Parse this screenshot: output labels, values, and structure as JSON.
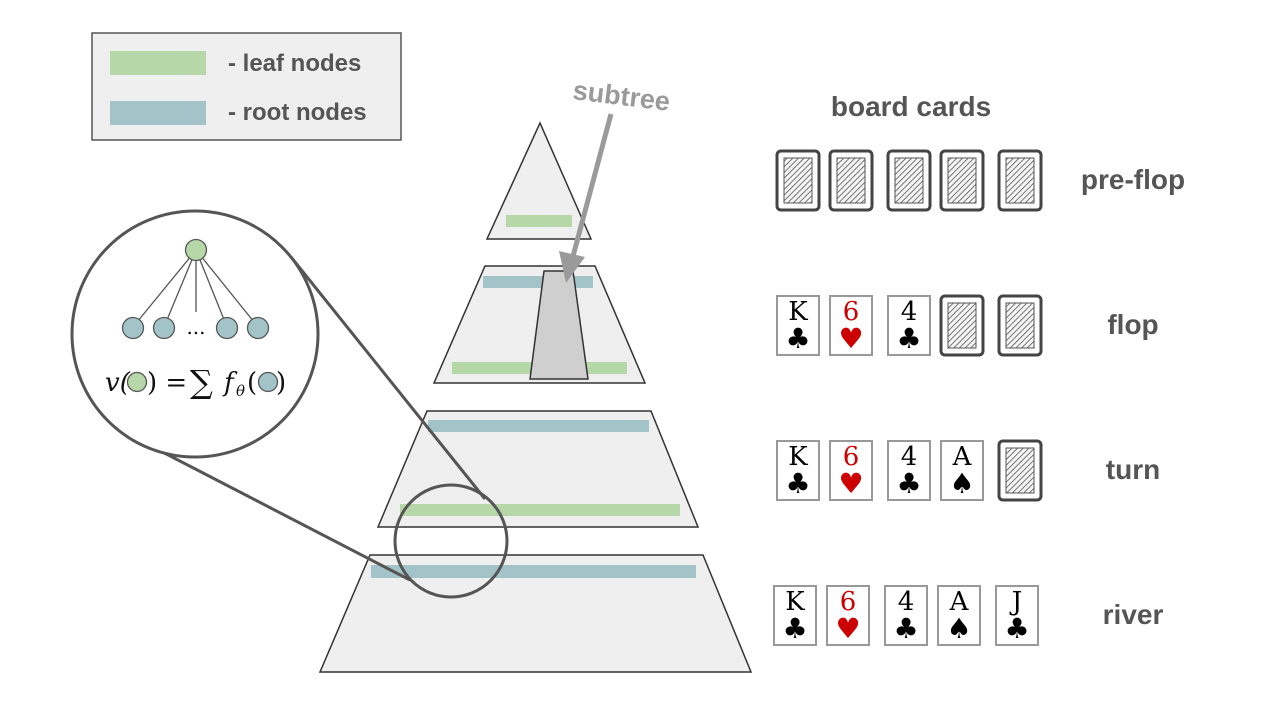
{
  "legend": {
    "items": [
      {
        "label": "- leaf  nodes",
        "color": "#b6d7a8"
      },
      {
        "label": "- root nodes",
        "color": "#a2c4c9"
      }
    ]
  },
  "annotation": {
    "subtree_label": "subtree"
  },
  "board": {
    "title": "board cards",
    "stages": [
      {
        "name": "pre-flop",
        "cards": [
          {
            "rank": "",
            "suit": "",
            "face_down": true
          },
          {
            "rank": "",
            "suit": "",
            "face_down": true
          },
          {
            "rank": "",
            "suit": "",
            "face_down": true
          },
          {
            "rank": "",
            "suit": "",
            "face_down": true
          },
          {
            "rank": "",
            "suit": "",
            "face_down": true
          }
        ]
      },
      {
        "name": "flop",
        "cards": [
          {
            "rank": "K",
            "suit": "♣",
            "color": "#000000",
            "face_down": false
          },
          {
            "rank": "6",
            "suit": "♥",
            "color": "#cc0000",
            "face_down": false
          },
          {
            "rank": "4",
            "suit": "♣",
            "color": "#000000",
            "face_down": false
          },
          {
            "rank": "",
            "suit": "",
            "face_down": true
          },
          {
            "rank": "",
            "suit": "",
            "face_down": true
          }
        ]
      },
      {
        "name": "turn",
        "cards": [
          {
            "rank": "K",
            "suit": "♣",
            "color": "#000000",
            "face_down": false
          },
          {
            "rank": "6",
            "suit": "♥",
            "color": "#cc0000",
            "face_down": false
          },
          {
            "rank": "4",
            "suit": "♣",
            "color": "#000000",
            "face_down": false
          },
          {
            "rank": "A",
            "suit": "♠",
            "color": "#000000",
            "face_down": false
          },
          {
            "rank": "",
            "suit": "",
            "face_down": true
          }
        ]
      },
      {
        "name": "river",
        "cards": [
          {
            "rank": "K",
            "suit": "♣",
            "color": "#000000",
            "face_down": false
          },
          {
            "rank": "6",
            "suit": "♥",
            "color": "#cc0000",
            "face_down": false
          },
          {
            "rank": "4",
            "suit": "♣",
            "color": "#000000",
            "face_down": false
          },
          {
            "rank": "A",
            "suit": "♠",
            "color": "#000000",
            "face_down": false
          },
          {
            "rank": "J",
            "suit": "♣",
            "color": "#000000",
            "face_down": false
          }
        ]
      }
    ]
  },
  "zoom": {
    "ellipsis": "...",
    "formula": {
      "lhs": "v(",
      "close1": ") = ",
      "sum": "∑",
      "f": "f",
      "theta": "θ",
      "open2": "(",
      "close2": ")"
    }
  },
  "colors": {
    "tier_fill": "#efefef",
    "tier_stroke": "#333333",
    "leaf_node": "#b6d7a8",
    "root_node": "#a2c4c9",
    "subtree_fill": "#cfcfcf",
    "arrow": "#9a9a9a",
    "circle_stroke": "#555555",
    "card_back": "#444444"
  }
}
